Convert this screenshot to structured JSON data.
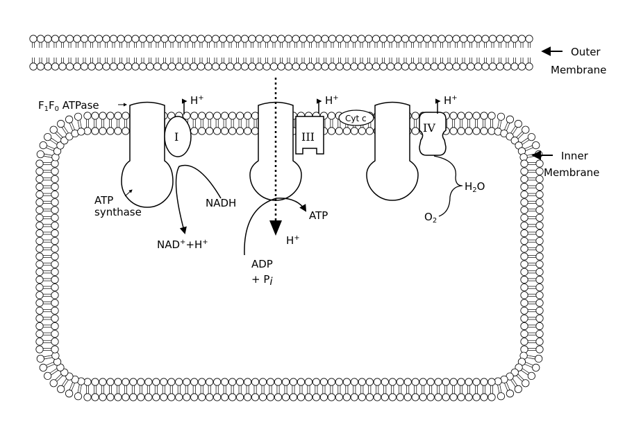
{
  "labels": {
    "outer_membrane_line1": "Outer",
    "outer_membrane_line2": "Membrane",
    "inner_membrane_line1": "Inner",
    "inner_membrane_line2": "Membrane",
    "atpase_f1": "F",
    "atpase_sub1": "1",
    "atpase_f0": "F",
    "atpase_sub0": "0",
    "atpase_rest": " ATPase",
    "atp_synthase_line1": "ATP",
    "atp_synthase_line2": "synthase",
    "complex_1": "I",
    "complex_3": "III",
    "complex_4": "IV",
    "cyt_c": "Cyt c",
    "h_plus_base": "H",
    "h_plus_sup": "+",
    "nadh": "NADH",
    "nad_base": "NAD",
    "nad_rest": "+H",
    "atp": "ATP",
    "adp": "ADP",
    "pi_prefix": "+ P",
    "pi_sub": "i",
    "h2o_base": "H",
    "h2o_sub": "2",
    "h2o_o": "O",
    "o2_base": "O",
    "o2_sub": "2"
  },
  "colors": {
    "stroke": "#000000",
    "fill": "#ffffff"
  }
}
